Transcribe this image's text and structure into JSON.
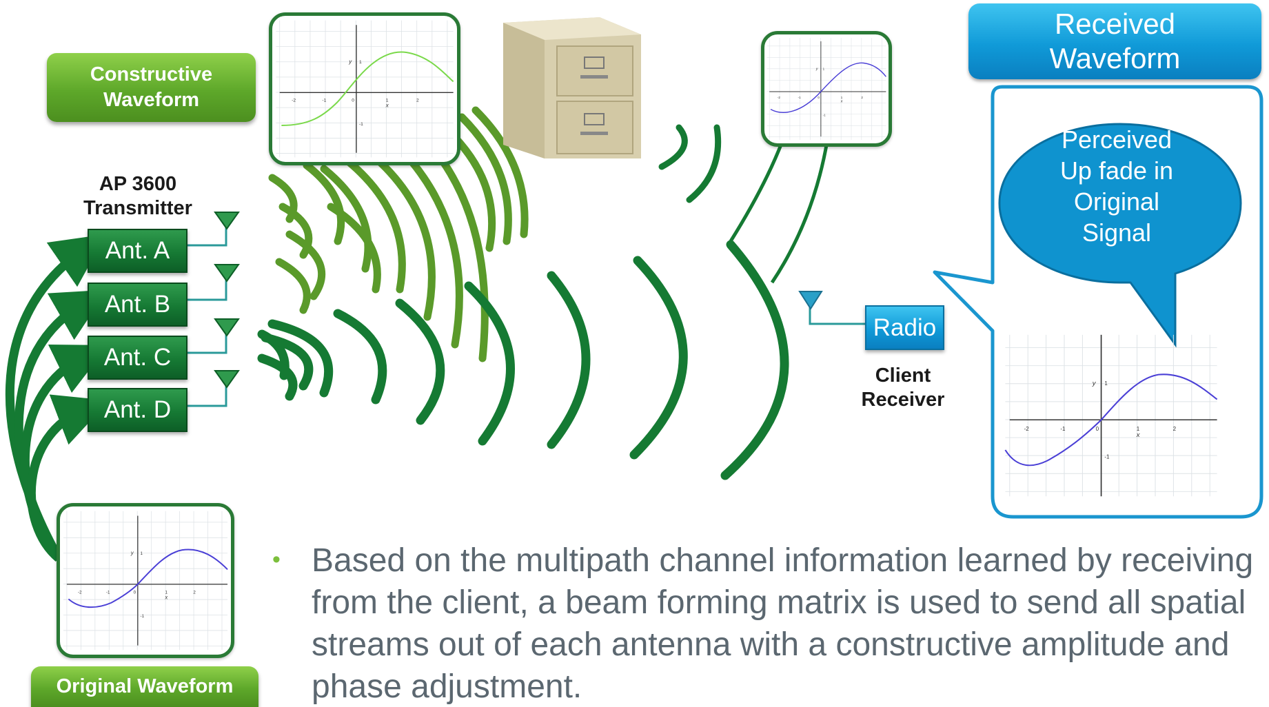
{
  "labels": {
    "constructive_waveform": "Constructive Waveform",
    "transmitter_line1": "AP 3600",
    "transmitter_line2": "Transmitter",
    "antennas": [
      "Ant. A",
      "Ant. B",
      "Ant. C",
      "Ant. D"
    ],
    "original_waveform": "Original Waveform",
    "received_waveform": "Received Waveform",
    "perceived_callout": "Perceived Up fade in Original Signal",
    "radio": "Radio",
    "client_line1": "Client",
    "client_line2": "Receiver"
  },
  "graph_ticks": {
    "x": [
      "-2",
      "-1",
      "0",
      "1",
      "2"
    ],
    "y_top": "1",
    "y_bottom": "-1",
    "x_axis_letter": "x",
    "y_axis_letter": "y"
  },
  "bullet": "Based on the multipath channel information learned by receiving from the client, a beam forming matrix is used to send all spatial streams out of each antenna with a constructive amplitude and phase adjustment.",
  "colors": {
    "dark_green": "#157a33",
    "light_green": "#5ea82a",
    "blue": "#109ad8",
    "gray_text": "#5b6770",
    "bullet_dot": "#7cbf3c",
    "wave_blue": "#4a3fd6",
    "wave_green": "#7ad94a"
  }
}
